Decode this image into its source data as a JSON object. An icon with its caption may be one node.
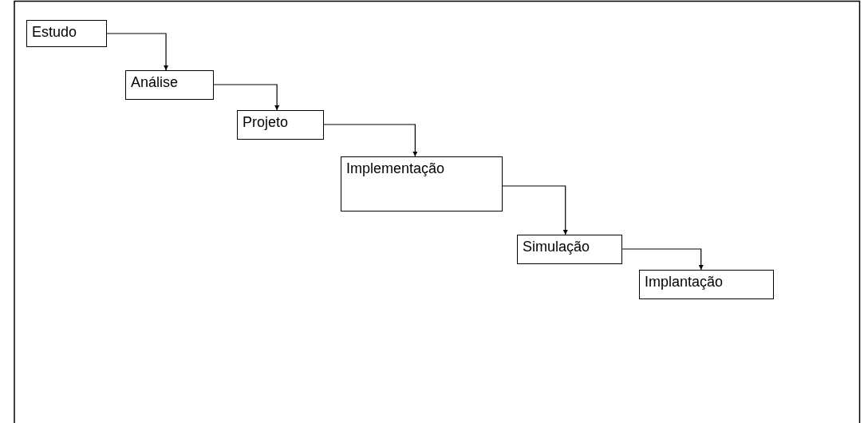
{
  "diagram": {
    "nodes": [
      {
        "text": [
          "Estudo"
        ]
      },
      {
        "text": [
          "Análise"
        ]
      },
      {
        "text": [
          "Projeto"
        ]
      },
      {
        "text": [
          "Implementação"
        ]
      },
      {
        "text": [
          "Simulação"
        ]
      },
      {
        "text": [
          "Implantação"
        ]
      }
    ],
    "edges": [
      {
        "from": 0,
        "to": 1,
        "arrow": "to"
      },
      {
        "from": 1,
        "to": 2,
        "arrow": "to"
      },
      {
        "from": 2,
        "to": 3,
        "arrow": "to"
      },
      {
        "from": 3,
        "to": 4,
        "arrow": "to"
      },
      {
        "from": 4,
        "to": 5,
        "arrow": "to"
      }
    ]
  }
}
